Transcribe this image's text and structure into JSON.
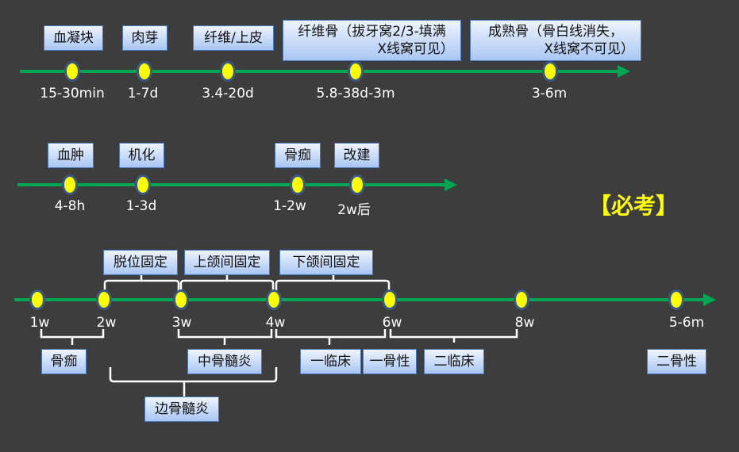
{
  "row1": {
    "boxes": [
      "血凝块",
      "肉芽",
      "纤维/上皮",
      "纤维骨（拔牙窝2/3-填满",
      "X线窝可见）",
      "成熟骨（骨白线消失，",
      "X线窝不可见）"
    ],
    "labels": [
      "15-30min",
      "1-7d",
      "3.4-20d",
      "5.8-38d-3m",
      "3-6m"
    ]
  },
  "row2": {
    "boxes": [
      "血肿",
      "机化",
      "骨痂",
      "改建"
    ],
    "labels": [
      "4-8h",
      "1-3d",
      "1-2w",
      "2w后"
    ]
  },
  "must": "【必考】",
  "row3": {
    "top_boxes": [
      "脱位固定",
      "上颌间固定",
      "下颌间固定"
    ],
    "labels": [
      "1w",
      "2w",
      "3w",
      "4w",
      "6w",
      "8w",
      "5-6m"
    ],
    "bottom_boxes": [
      "骨痂",
      "中骨髓炎",
      "一临床",
      "一骨性",
      "二临床",
      "二骨性",
      "边骨髓炎"
    ]
  }
}
